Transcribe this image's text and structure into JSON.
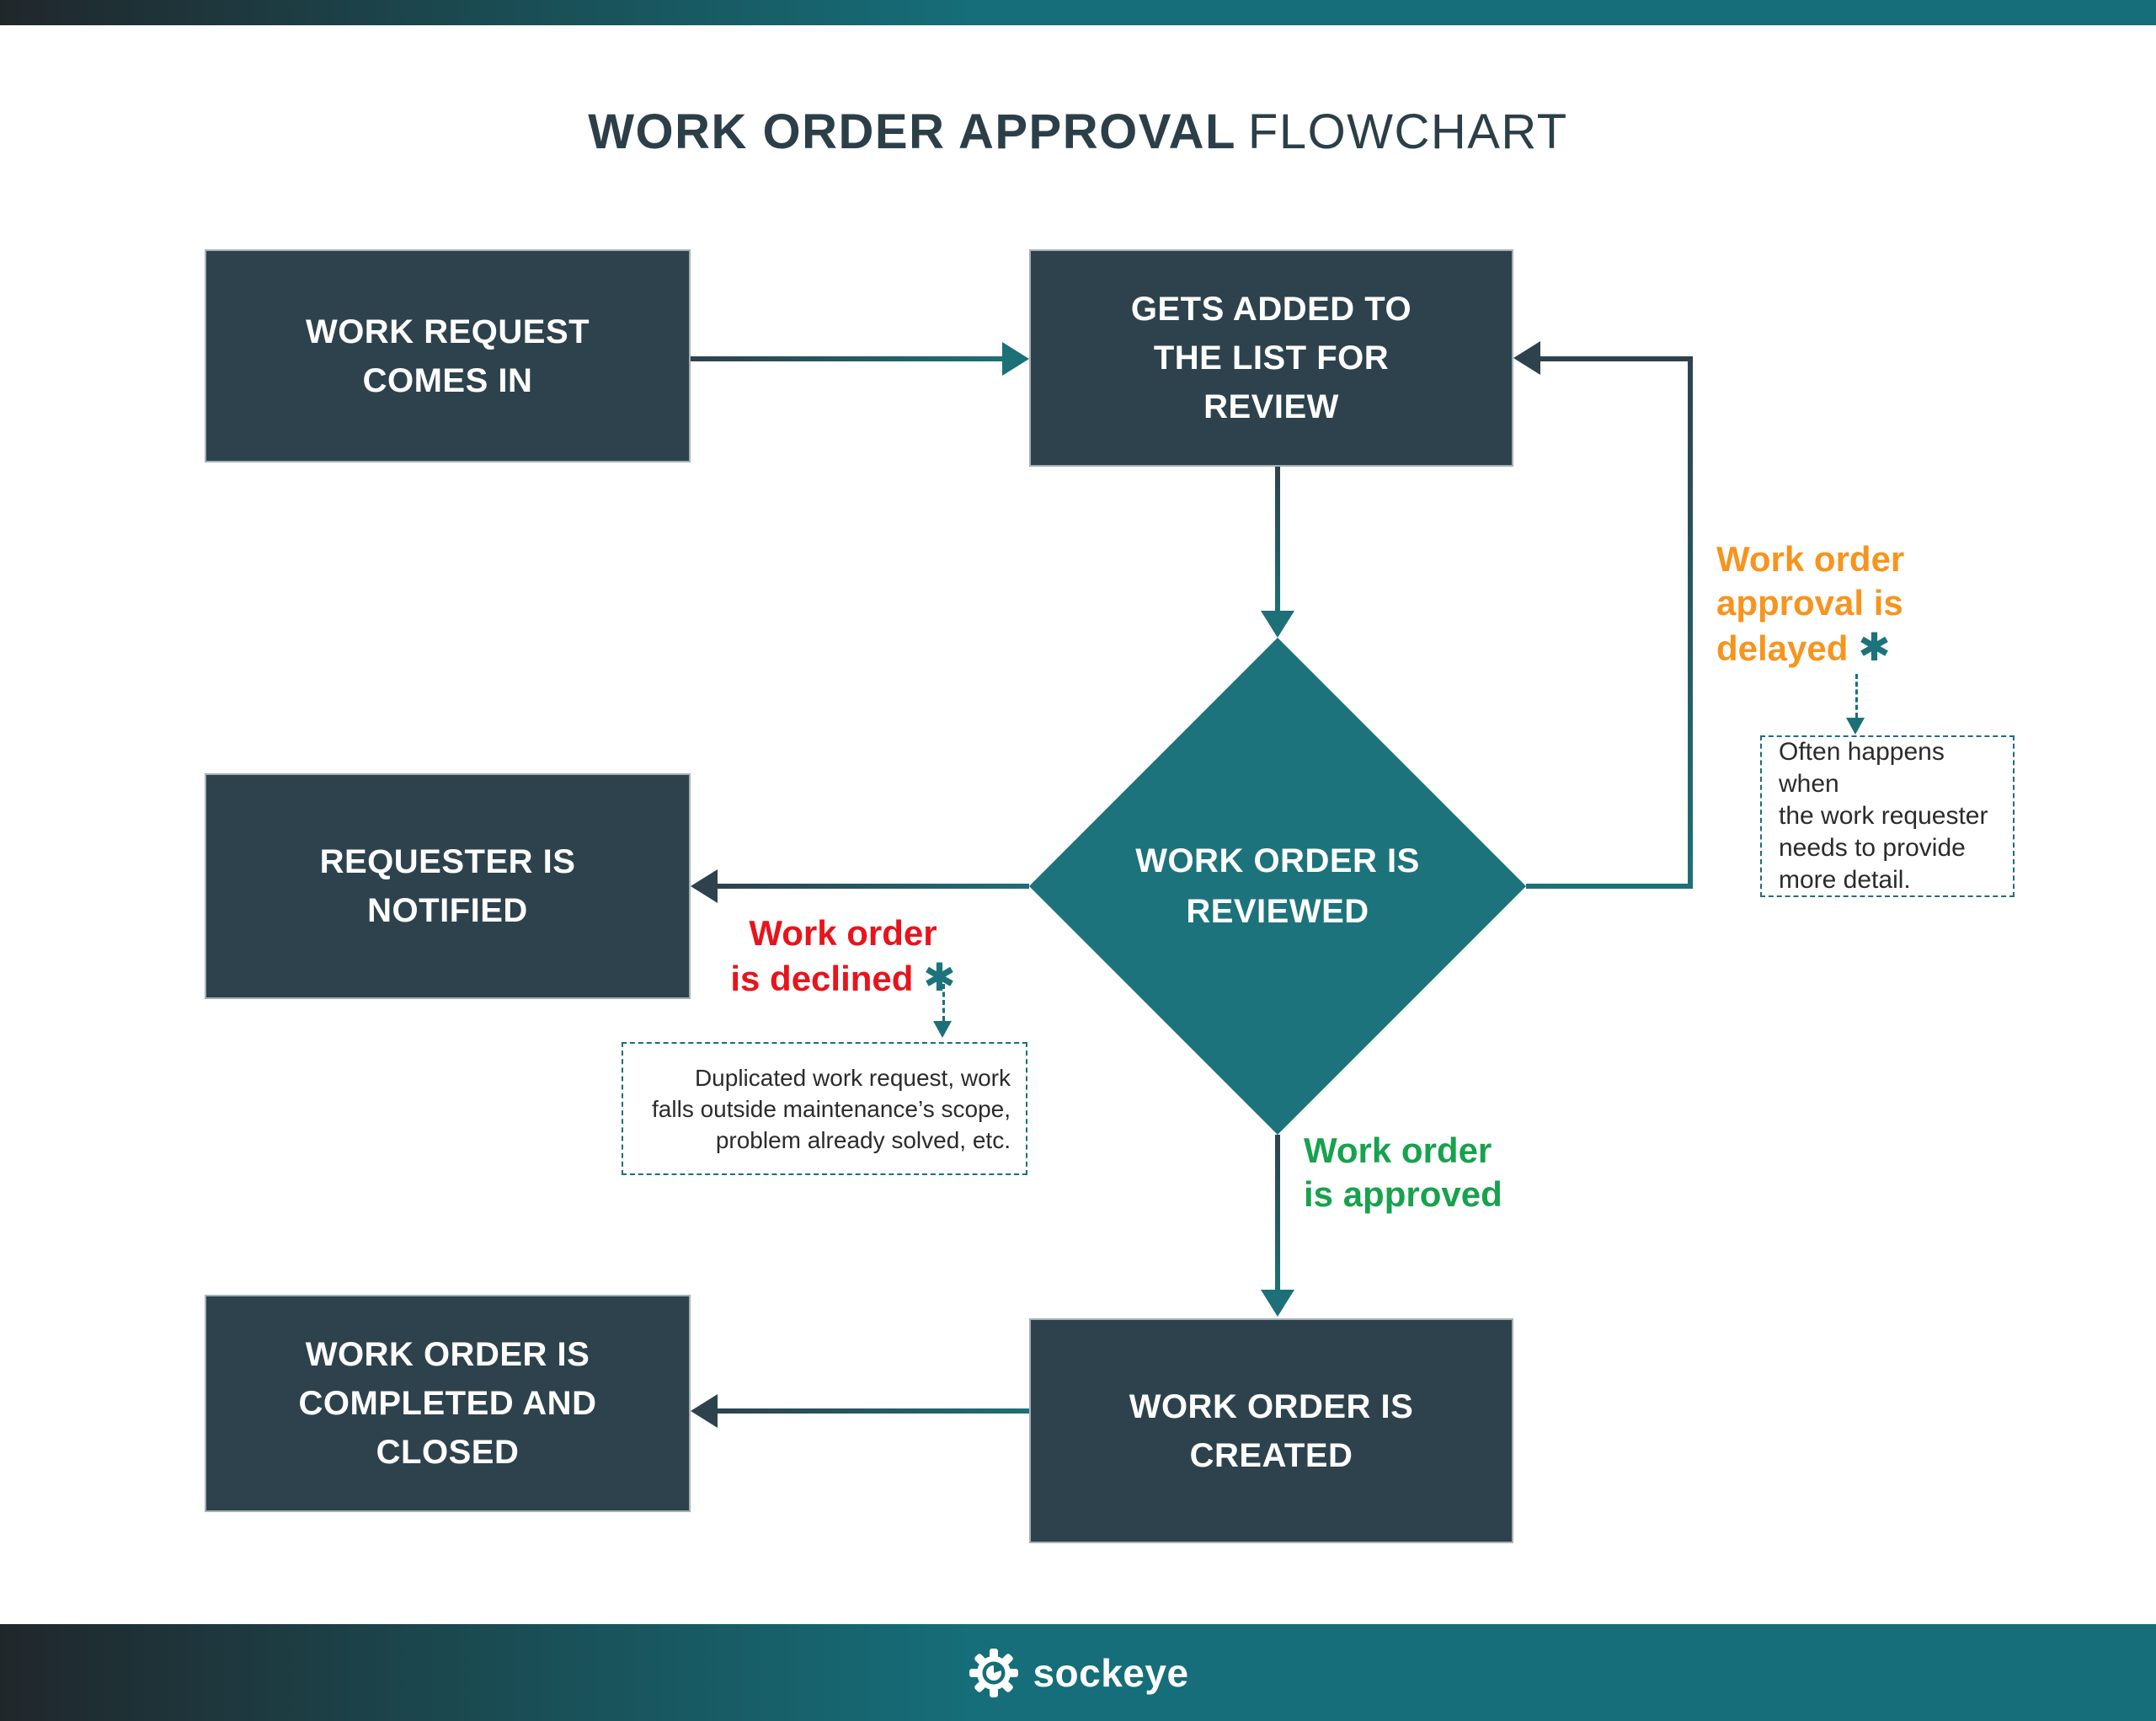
{
  "colors": {
    "dark": "#2d424c",
    "teal": "#1d737b",
    "teal-line": "#1d6f78",
    "orange": "#f7941e",
    "red": "#e8141c",
    "green": "#17a24d",
    "title": "#2c3f48",
    "note-text": "#2b2b2b",
    "bar-dark": "#20272b",
    "bar-teal": "#156e79"
  },
  "header": {
    "title_bold": "WORK ORDER APPROVAL",
    "title_light": "FLOWCHART"
  },
  "nodes": {
    "request": {
      "lines": [
        "WORK REQUEST",
        "COMES IN"
      ]
    },
    "added": {
      "lines": [
        "GETS ADDED TO",
        "THE LIST FOR",
        "REVIEW"
      ]
    },
    "reviewed": {
      "lines": [
        "WORK ORDER IS",
        "REVIEWED"
      ]
    },
    "notified": {
      "lines": [
        "REQUESTER IS",
        "NOTIFIED"
      ]
    },
    "created": {
      "lines": [
        "WORK ORDER IS",
        "CREATED"
      ]
    },
    "completed": {
      "lines": [
        "WORK ORDER IS",
        "COMPLETED AND",
        "CLOSED"
      ]
    }
  },
  "labels": {
    "delayed": {
      "lines": [
        "Work order",
        "approval is",
        "delayed"
      ],
      "asterisk": "✱"
    },
    "declined": {
      "lines": [
        "Work order",
        "is declined"
      ],
      "asterisk": "✱"
    },
    "approved": {
      "lines": [
        "Work order",
        "is approved"
      ]
    }
  },
  "notes": {
    "delayed_note": {
      "lines": [
        "Often happens when",
        "the work requester",
        "needs to provide",
        "more detail."
      ]
    },
    "declined_note": {
      "lines": [
        "Duplicated work request, work",
        "falls outside maintenance’s scope,",
        "problem already solved, etc."
      ]
    }
  },
  "footer": {
    "brand": "sockeye"
  }
}
